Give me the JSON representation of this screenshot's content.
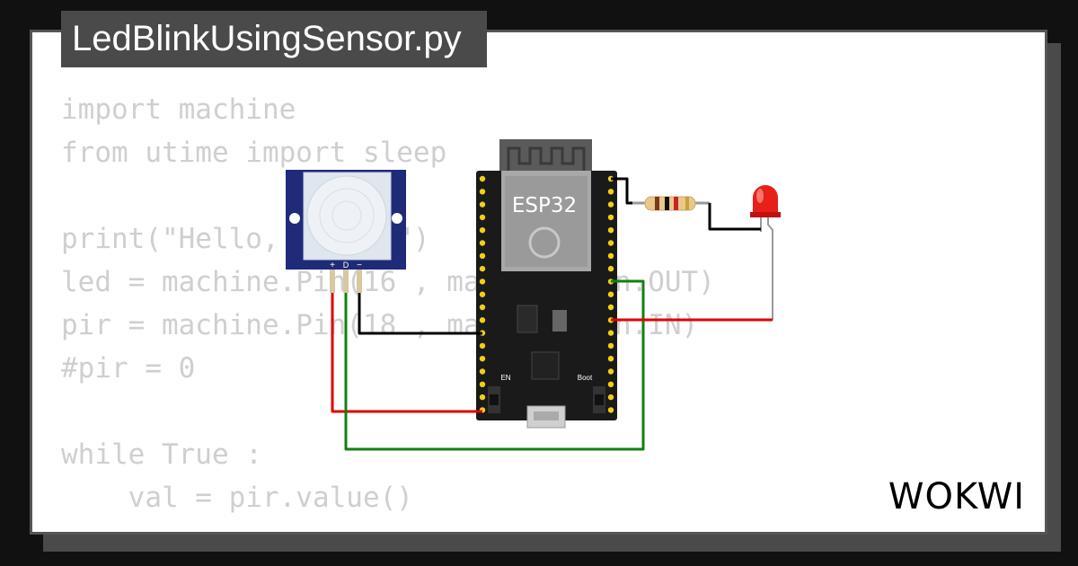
{
  "file": {
    "name": "LedBlinkUsingSensor.py"
  },
  "code": {
    "lines": [
      "import machine",
      "from utime import sleep",
      "",
      "print(\"Hello, World!\")",
      "led = machine.Pin(16 , machine.Pin.OUT)",
      "pir = machine.Pin(18 , machine.Pin.IN)",
      "#pir = 0",
      "",
      "while True :",
      "    val = pir.value()"
    ]
  },
  "board": {
    "label": "ESP32",
    "en_label": "EN",
    "boot_label": "Boot"
  },
  "pir_sensor": {
    "pin_labels": [
      "+",
      "D",
      "−"
    ]
  },
  "brand": {
    "name": "WOKWI"
  },
  "colors": {
    "wire_red": "#e00000",
    "wire_green": "#108010",
    "wire_black": "#000000",
    "led": "#e8201a"
  },
  "icons": [
    "wokwi-logo",
    "esp32-board",
    "pir-sensor",
    "resistor",
    "led"
  ]
}
